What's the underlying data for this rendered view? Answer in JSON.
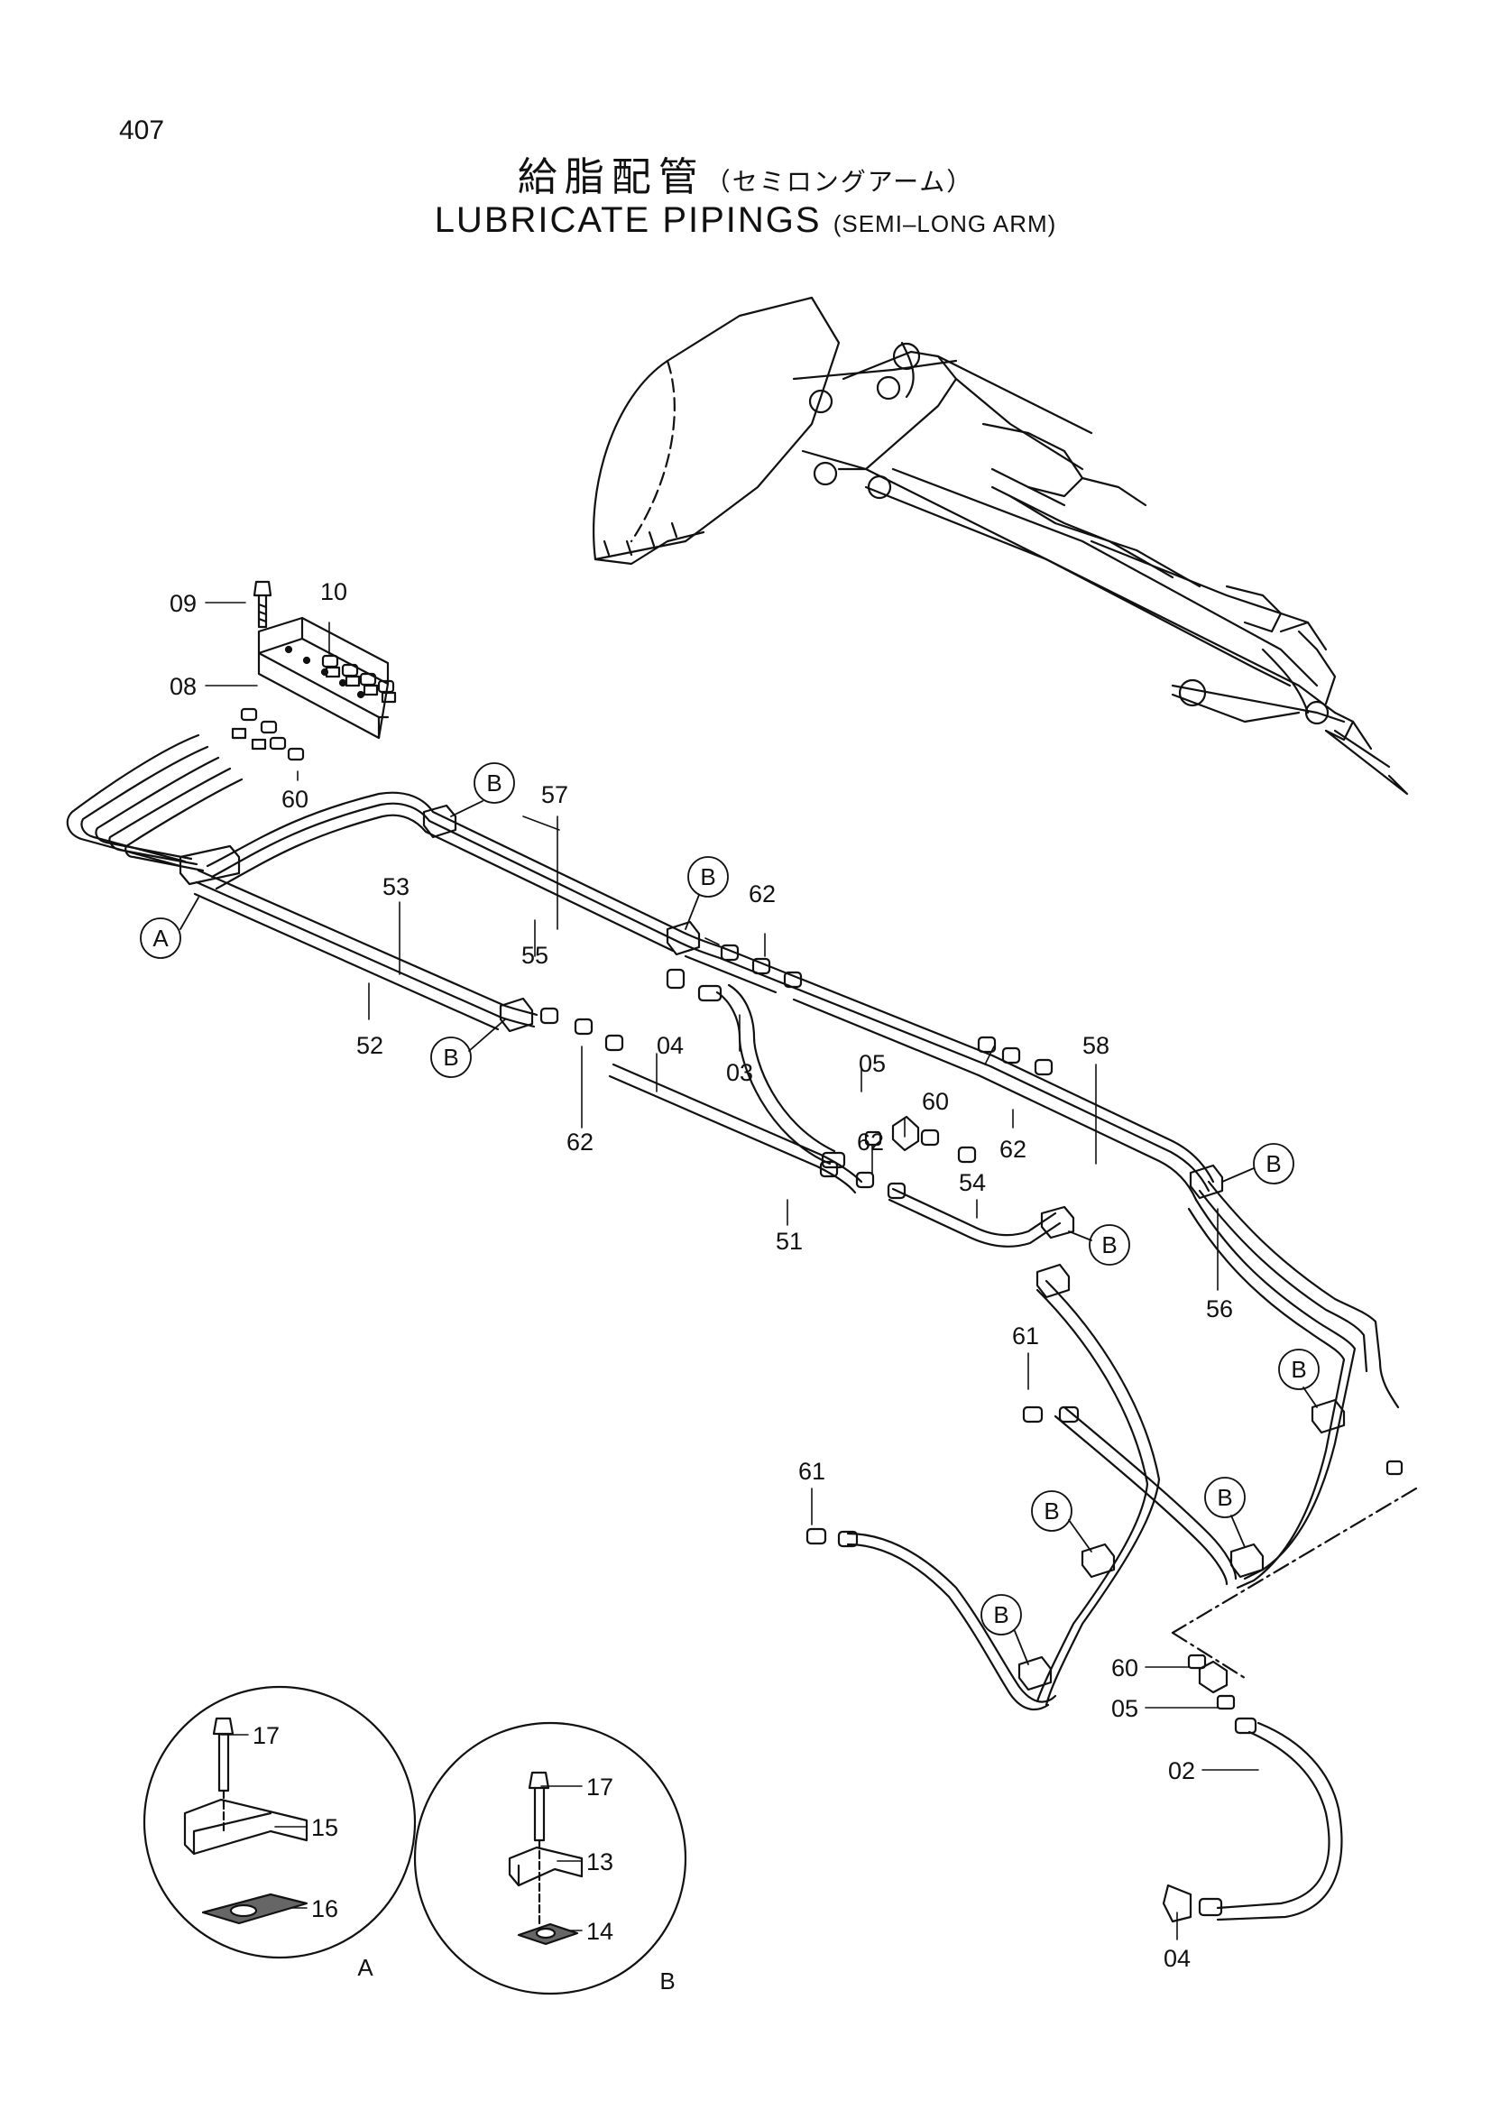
{
  "page_number": "407",
  "title": {
    "jp": "給脂配管",
    "jp_sub": "（セミロングアーム）",
    "en": "LUBRICATE PIPINGS",
    "en_sub": "(SEMI–LONG ARM)"
  },
  "callouts": {
    "p09": "09",
    "p10": "10",
    "p08": "08",
    "p60a": "60",
    "p57": "57",
    "p55": "55",
    "p53": "53",
    "p52": "52",
    "p62a": "62",
    "p62b": "62",
    "p62c": "62",
    "p62d": "62",
    "p04a": "04",
    "p03": "03",
    "p05a": "05",
    "p60b": "60",
    "p58": "58",
    "p54": "54",
    "p51": "51",
    "p56": "56",
    "p61a": "61",
    "p61b": "61",
    "p60c": "60",
    "p05b": "05",
    "p02": "02",
    "p04b": "04",
    "p17a": "17",
    "p15": "15",
    "p16": "16",
    "p17b": "17",
    "p13": "13",
    "p14": "14"
  },
  "clamp_refs": {
    "a_main": "A",
    "b1": "B",
    "b2": "B",
    "b3": "B",
    "b4": "B",
    "b5": "B",
    "b6": "B",
    "b7": "B",
    "b8": "B",
    "b9": "B"
  },
  "detail_views": {
    "a": "A",
    "b": "B"
  }
}
